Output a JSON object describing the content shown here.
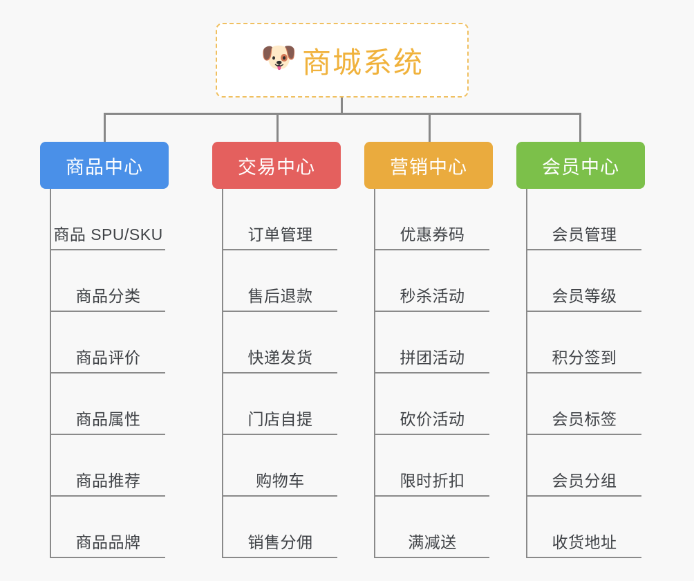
{
  "background_color": "#f8f8f8",
  "root": {
    "icon": "dog-face-emoji",
    "icon_glyph": "🐶",
    "title": "商城系统",
    "title_color": "#f0b23c",
    "border_color": "#f0c060"
  },
  "connector_color": "#888888",
  "columns": [
    {
      "id": "product-center",
      "title": "商品中心",
      "color": "#4a90e8",
      "items": [
        "商品 SPU/SKU",
        "商品分类",
        "商品评价",
        "商品属性",
        "商品推荐",
        "商品品牌"
      ]
    },
    {
      "id": "trade-center",
      "title": "交易中心",
      "color": "#e4605e",
      "items": [
        "订单管理",
        "售后退款",
        "快递发货",
        "门店自提",
        "购物车",
        "销售分佣"
      ]
    },
    {
      "id": "marketing-center",
      "title": "营销中心",
      "color": "#eaab3e",
      "items": [
        "优惠券码",
        "秒杀活动",
        "拼团活动",
        "砍价活动",
        "限时折扣",
        "满减送"
      ]
    },
    {
      "id": "member-center",
      "title": "会员中心",
      "color": "#7cc04a",
      "items": [
        "会员管理",
        "会员等级",
        "积分签到",
        "会员标签",
        "会员分组",
        "收货地址"
      ]
    }
  ]
}
